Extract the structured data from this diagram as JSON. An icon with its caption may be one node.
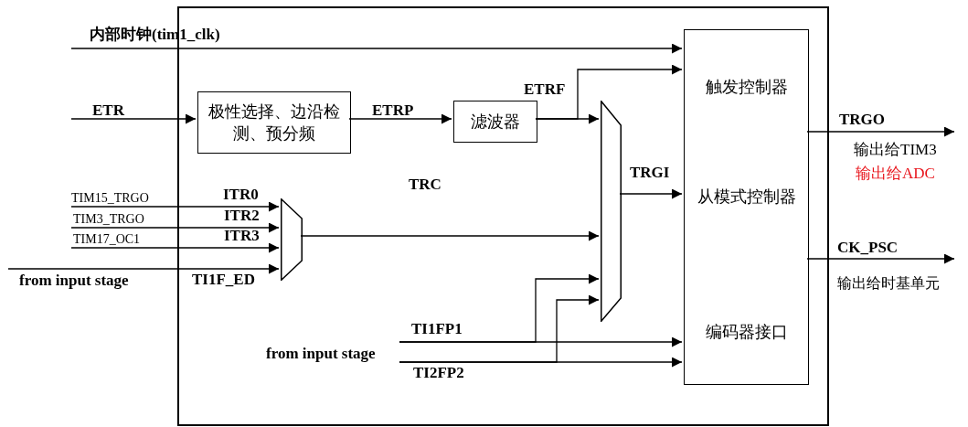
{
  "diagram": {
    "nodes": [
      {
        "text": [],
        "shape": "box"
      },
      {
        "text": [
          "极性选择、边沿检测、预分频"
        ],
        "in": 0
      },
      {
        "text": [
          "滤波器"
        ],
        "in": 0
      },
      {
        "text": [],
        "shape": "trapezoid",
        "in": 0
      },
      {
        "text": [],
        "shape": "trapezoid",
        "in": 0
      },
      {
        "text": [
          "触发控制器",
          "从模式控制器",
          "编码器接口"
        ],
        "in": 0
      },
      {
        "text": [
          "TIM15_TRGO"
        ]
      },
      {
        "text": [
          "TIM3_TRGO"
        ]
      },
      {
        "text": [
          "TIM17_OC1"
        ]
      },
      {
        "text": [
          "输出给时基单元"
        ]
      }
    ],
    "edges": [
      {
        "from": null,
        "to": 5,
        "arrow": "to",
        "label": "内部时钟(tim1_clk)"
      },
      {
        "from": null,
        "to": 1,
        "arrow": "to",
        "label": "ETR"
      },
      {
        "from": 1,
        "to": 2,
        "arrow": "to",
        "label": "ETRP"
      },
      {
        "from": 2,
        "to": 4,
        "arrow": "to",
        "label": "ETRF"
      },
      {
        "from": 2,
        "to": 5,
        "arrow": "to"
      },
      {
        "from": 6,
        "to": 3,
        "arrow": "to",
        "label": "ITR0"
      },
      {
        "from": 7,
        "to": 3,
        "arrow": "to",
        "label": "ITR2"
      },
      {
        "from": 8,
        "to": 3,
        "arrow": "to",
        "label": "ITR3"
      },
      {
        "from": null,
        "to": 3,
        "arrow": "to",
        "label": "TI1F_ED"
      },
      {
        "from": 3,
        "to": 4,
        "arrow": "to",
        "label": "TRC"
      },
      {
        "from": 4,
        "to": 5,
        "arrow": "to",
        "label": "TRGI"
      },
      {
        "from": null,
        "to": 5,
        "arrow": "to",
        "label": "TI1FP1"
      },
      {
        "from": null,
        "to": 4,
        "arrow": "to"
      },
      {
        "from": null,
        "to": 5,
        "arrow": "to",
        "label": "TI2FP2"
      },
      {
        "from": null,
        "to": 4,
        "arrow": "to"
      },
      {
        "from": 5,
        "to": null,
        "arrow": "to",
        "label": "TRGO"
      },
      {
        "from": 5,
        "to": 9,
        "arrow": "to",
        "label": "CK_PSC"
      }
    ],
    "labels": [
      "from input stage",
      "from input stage",
      "输出给TIM3",
      "输出给ADC"
    ]
  }
}
